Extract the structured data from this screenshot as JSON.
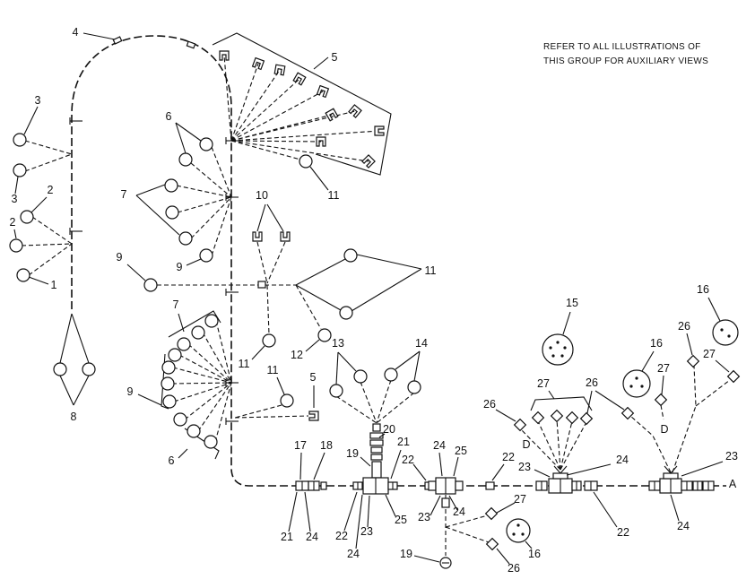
{
  "note": {
    "line1": "REFER TO ALL ILLUSTRATIONS OF",
    "line2": "THIS GROUP FOR AUXILIARY VIEWS"
  },
  "callouts": [
    "4",
    "5",
    "3",
    "6",
    "11",
    "3",
    "2",
    "2",
    "7",
    "10",
    "9",
    "9",
    "1",
    "11",
    "7",
    "15",
    "16",
    "12",
    "13",
    "14",
    "16",
    "26",
    "27",
    "11",
    "9",
    "8",
    "11",
    "5",
    "27",
    "26",
    "27",
    "26",
    "D",
    "D",
    "6",
    "17",
    "18",
    "19",
    "20",
    "21",
    "24",
    "25",
    "22",
    "22",
    "23",
    "24",
    "23",
    "A",
    "21",
    "24",
    "22",
    "23",
    "25",
    "24",
    "23",
    "24",
    "22",
    "24",
    "27",
    "16",
    "19",
    "26"
  ],
  "colors": {
    "ink": "#111111",
    "paper": "#ffffff"
  }
}
